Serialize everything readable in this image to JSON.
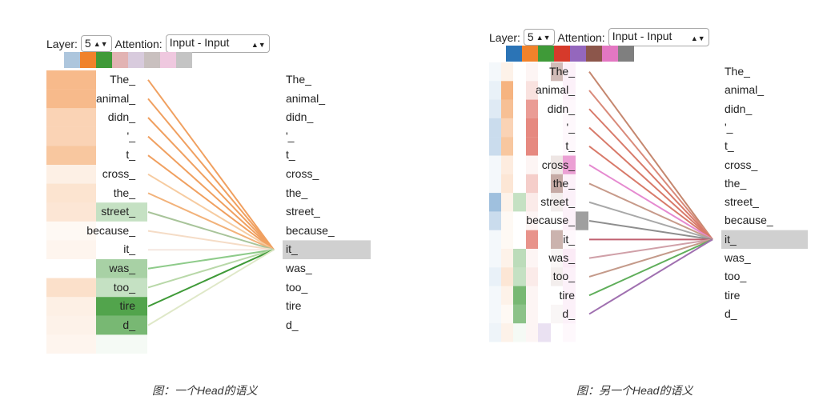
{
  "left": {
    "controls": {
      "layer_label": "Layer:",
      "layer_value": "5",
      "attention_label": "Attention:",
      "attention_value": "Input - Input"
    },
    "head_colors": [
      "#adc6dd",
      "#f0822b",
      "#3f9a38",
      "#e2b3b3",
      "#d8cbdd",
      "#c9c0bf",
      "#efc8df",
      "#c4c4c4"
    ],
    "left_tokens": [
      "The_",
      "animal_",
      "didn_",
      "'_",
      "t_",
      "cross_",
      "the_",
      "street_",
      "because_",
      "it_",
      "was_",
      "too_",
      "tire",
      "d_"
    ],
    "right_tokens": [
      "The_",
      "animal_",
      "didn_",
      "'_",
      "t_",
      "cross_",
      "the_",
      "street_",
      "because_",
      "it_",
      "was_",
      "too_",
      "tire",
      "d_"
    ],
    "selected_target": "it_",
    "heat_orange": [
      0.55,
      0.55,
      0.35,
      0.35,
      0.45,
      0.12,
      0.22,
      0.2,
      0.05,
      0.08,
      0.0,
      0.25,
      0.12,
      0.1,
      0.08
    ],
    "heat_green": [
      0,
      0,
      0,
      0,
      0,
      0,
      0,
      0.3,
      0,
      0,
      0.45,
      0.3,
      0.9,
      0.7,
      0.05
    ],
    "attention_colors": [
      "#f0a060",
      "#f0a060",
      "#f0a060",
      "#f0a060",
      "#f0a060",
      "#f6cba0",
      "#f2b27a",
      "#a8c49a",
      "#f5dcc6",
      "#f5e7e0",
      "#8ecb8a",
      "#b8d8a8",
      "#3f9a38",
      "#dfe8c8"
    ],
    "caption": "图：一个Head的语义"
  },
  "right": {
    "controls": {
      "layer_label": "Layer:",
      "layer_value": "5",
      "attention_label": "Attention:",
      "attention_value": "Input - Input"
    },
    "head_colors": [
      "#2b74b6",
      "#f0822b",
      "#3f9a38",
      "#d63a2b",
      "#9467bd",
      "#8c564b",
      "#e377c2",
      "#7f7f7f"
    ],
    "left_tokens": [
      "The_",
      "animal_",
      "didn_",
      "'_",
      "t_",
      "cross_",
      "the_",
      "street_",
      "because_",
      "it_",
      "was_",
      "too_",
      "tire",
      "d_"
    ],
    "right_tokens": [
      "The_",
      "animal_",
      "didn_",
      "'_",
      "t_",
      "cross_",
      "the_",
      "street_",
      "because_",
      "it_",
      "was_",
      "too_",
      "tire",
      "d_"
    ],
    "selected_target": "it_",
    "heat_blue": [
      0.05,
      0.1,
      0.15,
      0.25,
      0.25,
      0.05,
      0.05,
      0.45,
      0.25,
      0.05,
      0.05,
      0.1,
      0.05,
      0.05,
      0.08
    ],
    "heat_orange": [
      0.1,
      0.6,
      0.5,
      0.35,
      0.45,
      0.15,
      0.2,
      0.1,
      0.05,
      0.05,
      0.1,
      0.2,
      0.1,
      0.05,
      0.1
    ],
    "heat_green": [
      0,
      0,
      0,
      0,
      0,
      0,
      0,
      0.3,
      0,
      0,
      0.35,
      0.3,
      0.7,
      0.6,
      0.05
    ],
    "heat_red": [
      0.05,
      0.15,
      0.5,
      0.6,
      0.6,
      0.05,
      0.25,
      0.1,
      0.05,
      0.55,
      0.05,
      0.1,
      0.05,
      0.05,
      0.05
    ],
    "heat_purple": [
      0,
      0,
      0,
      0,
      0,
      0,
      0,
      0,
      0,
      0,
      0,
      0,
      0,
      0,
      0.2
    ],
    "heat_brown": [
      0.4,
      0,
      0,
      0,
      0,
      0.15,
      0.5,
      0.1,
      0,
      0.45,
      0.05,
      0.1,
      0,
      0.05,
      0
    ],
    "heat_pink": [
      0.1,
      0.1,
      0.05,
      0.05,
      0.05,
      0.7,
      0.1,
      0.1,
      0.1,
      0.05,
      0.15,
      0.1,
      0.1,
      0.1,
      0.05
    ],
    "heat_gray": [
      0,
      0,
      0,
      0,
      0,
      0,
      0,
      0,
      0.75,
      0,
      0,
      0,
      0,
      0,
      0
    ],
    "attention_colors": [
      "#c5876f",
      "#d98a7a",
      "#d87a6a",
      "#d87a6a",
      "#d87a6a",
      "#e58ad0",
      "#c79a8a",
      "#a8a8a8",
      "#8e8e8e",
      "#c06070",
      "#d0a0a8",
      "#c49a8a",
      "#5fae5a",
      "#a070b0"
    ],
    "caption": "图：另一个Head的语义"
  }
}
